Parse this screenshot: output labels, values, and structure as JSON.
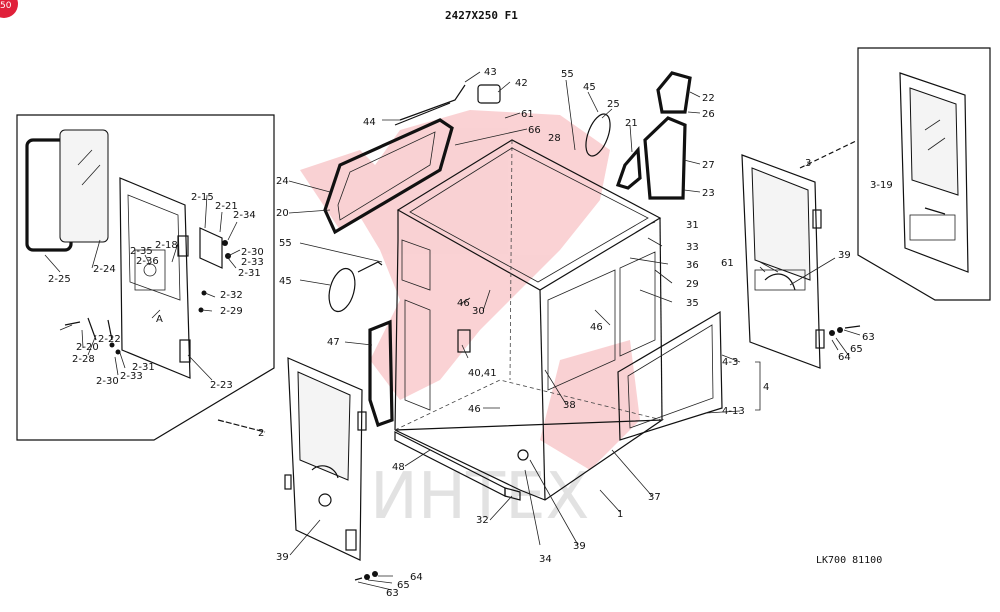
{
  "header": {
    "title": "2427X250 F1"
  },
  "footer": {
    "code": "LK700 81100"
  },
  "watermark": {
    "text": "ИНТЕХ",
    "color": "#e8333a"
  },
  "corner_badge": {
    "text": "50",
    "color": "#e0203a"
  },
  "callouts": {
    "c43": "43",
    "c42": "42",
    "c61a": "61",
    "c44": "44",
    "c66": "66",
    "c55a": "55",
    "c45a": "45",
    "c28": "28",
    "c25": "25",
    "c21": "21",
    "c22": "22",
    "c26": "26",
    "c27": "27",
    "c23": "23",
    "c24": "24",
    "c20": "20",
    "c31": "31",
    "c33": "33",
    "c36": "36",
    "c29": "29",
    "c35": "35",
    "c55b": "55",
    "c45b": "45",
    "c46a": "46",
    "c30": "30",
    "c46b": "46",
    "c47": "47",
    "c4041": "40,41",
    "c46c": "46",
    "c38": "38",
    "c48": "48",
    "c32": "32",
    "c34": "34",
    "c39a": "39",
    "c1": "1",
    "c37": "37",
    "c39b": "39",
    "c64a": "64",
    "c65a": "65",
    "c63a": "63",
    "c2": "2",
    "c2_15": "2-15",
    "c2_21": "2-21",
    "c2_34": "2-34",
    "c2_18": "2-18",
    "c2_35": "2-35",
    "c2_36": "2-36",
    "c2_30a": "2-30",
    "c2_33a": "2-33",
    "c2_31a": "2-31",
    "c2_32": "2-32",
    "c2_29": "2-29",
    "c2_25": "2-25",
    "c2_24": "2-24",
    "c2_20": "2-20",
    "c2_22": "2-22",
    "c2_28": "2-28",
    "c2_31b": "2-31",
    "c2_30b": "2-30",
    "c2_33b": "2-33",
    "c2_23": "2-23",
    "cA": "A",
    "c3": "3",
    "c3_19": "3-19",
    "c61b": "61",
    "c39c": "39",
    "c63b": "63",
    "c64b": "64",
    "c65b": "65",
    "c4": "4",
    "c4_3": "4-3",
    "c4_13": "4-13"
  }
}
